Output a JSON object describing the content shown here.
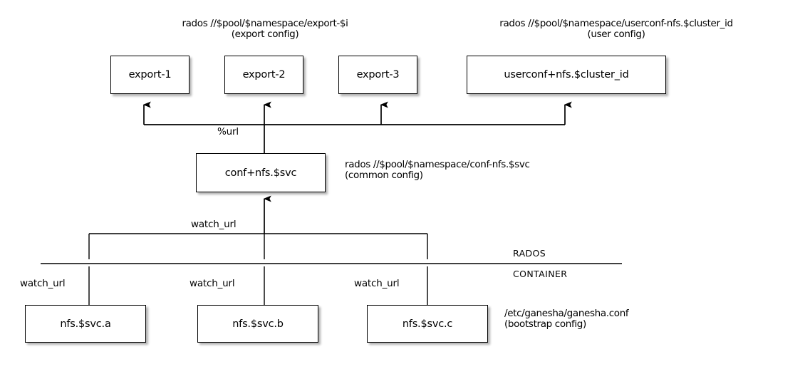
{
  "diagram": {
    "title_kind": "nfs-ganesha rados config layout",
    "captions": {
      "export_config": "rados //$pool/$namespace/export-$i\n(export config)",
      "user_config": "rados //$pool/$namespace/userconf-nfs.$cluster_id\n(user config)",
      "common_config": "rados //$pool/$namespace/conf-nfs.$svc\n(common config)",
      "bootstrap_config": "/etc/ganesha/ganesha.conf\n(bootstrap config)"
    },
    "nodes": {
      "export_1": "export-1",
      "export_2": "export-2",
      "export_3": "export-3",
      "userconf": "userconf+nfs.$cluster_id",
      "conf": "conf+nfs.$svc",
      "daemon_a": "nfs.$svc.a",
      "daemon_b": "nfs.$svc.b",
      "daemon_c": "nfs.$svc.c"
    },
    "edge_labels": {
      "url": "%url",
      "watch_url_top": "watch_url",
      "watch_url_a": "watch_url",
      "watch_url_b": "watch_url",
      "watch_url_c": "watch_url"
    },
    "layers": {
      "rados": "RADOS",
      "container": "CONTAINER"
    },
    "colors": {
      "stroke": "#000000",
      "background": "#ffffff",
      "shadow": "rgba(0,0,0,0.30)"
    }
  }
}
